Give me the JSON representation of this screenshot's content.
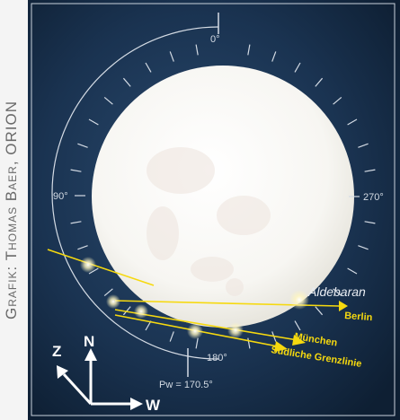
{
  "credit": "Grafik: Thomas Baer, ORION",
  "labels": {
    "deg0": "0°",
    "deg90": "90°",
    "deg180": "180°",
    "deg270": "270°",
    "pw": "Pw = 170.5°",
    "star": "Aldebaran",
    "berlin": "Berlin",
    "muenchen": "München",
    "grenzlinie": "Südliche Grenzlinie",
    "north": "N",
    "zenith": "Z",
    "west": "W"
  },
  "colors": {
    "background": "#1a3351",
    "scale": "#d4dbe4",
    "track": "#f6d90f",
    "moon": "#f7f6f2",
    "credit": "#6a6a6a"
  }
}
